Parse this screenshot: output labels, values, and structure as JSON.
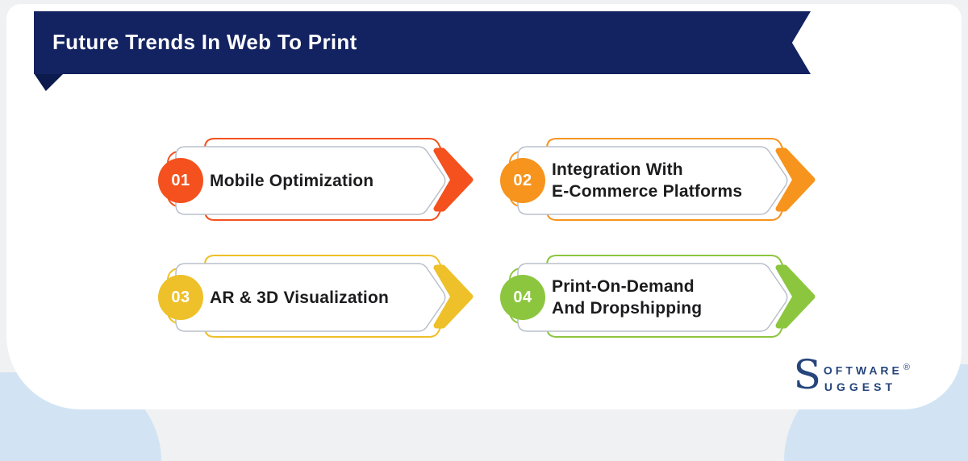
{
  "header": {
    "title": "Future Trends In Web To Print",
    "ribbon_color": "#132260"
  },
  "cards": {
    "items": [
      {
        "number": "01",
        "line1": "Mobile Optimization",
        "line2": "",
        "accent": "#F4511E"
      },
      {
        "number": "02",
        "line1": "Integration With",
        "line2": "E-Commerce Platforms",
        "accent": "#F6941E"
      },
      {
        "number": "03",
        "line1": "AR & 3D Visualization",
        "line2": "",
        "accent": "#EEC029"
      },
      {
        "number": "04",
        "line1": "Print-On-Demand",
        "line2": "And Dropshipping",
        "accent": "#8CC63F"
      }
    ],
    "text_color": "#1c1c1e",
    "body_border_color": "#b9c0cb"
  },
  "decor": {
    "blob_color": "#d2e4f3",
    "panel_color": "#ffffff"
  },
  "logo": {
    "s": "S",
    "line1": "OFTWARE",
    "line2": "UGGEST",
    "reg": "®",
    "color": "#26457C"
  }
}
